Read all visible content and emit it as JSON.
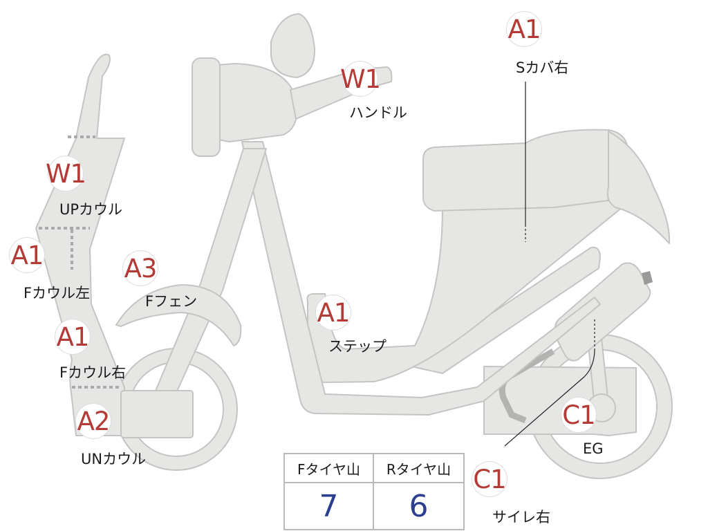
{
  "annotations": [
    {
      "id": "w1-handle",
      "grade": "W1",
      "label": "ハンドル"
    },
    {
      "id": "a1-scover-right",
      "grade": "A1",
      "label": "Sカバ右"
    },
    {
      "id": "w1-up-cowl",
      "grade": "W1",
      "label": "UPカウル"
    },
    {
      "id": "a1-f-cowl-left",
      "grade": "A1",
      "label": "Fカウル左"
    },
    {
      "id": "a3-f-fender",
      "grade": "A3",
      "label": "Fフェン"
    },
    {
      "id": "a1-step",
      "grade": "A1",
      "label": "ステップ"
    },
    {
      "id": "a1-f-cowl-right",
      "grade": "A1",
      "label": "Fカウル右"
    },
    {
      "id": "a2-un-cowl",
      "grade": "A2",
      "label": "UNカウル"
    },
    {
      "id": "c1-engine",
      "grade": "C1",
      "label": "EG"
    },
    {
      "id": "c1-silencer-right",
      "grade": "C1",
      "label": "サイレ右"
    }
  ],
  "tire_table": {
    "front_header": "Fタイヤ山",
    "rear_header": "Rタイヤ山",
    "front_value": "7",
    "rear_value": "6"
  },
  "colors": {
    "grade_text": "#b43a36",
    "tire_value_text": "#2a3f8f",
    "part_fill": "#e6e6e4",
    "part_outline": "#c4c4c2"
  }
}
